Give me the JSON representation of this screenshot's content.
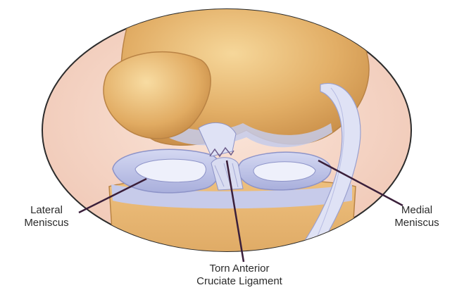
{
  "labels": {
    "lateral_meniscus": [
      "Lateral",
      "Meniscus"
    ],
    "medial_meniscus": [
      "Medial",
      "Meniscus"
    ],
    "torn_acl": [
      "Torn Anterior",
      "Cruciate Ligament"
    ]
  },
  "colors": {
    "background": "#ffffff",
    "inset_background": "#f5d8ca",
    "bone": "#e3b06a",
    "cartilage": "#b9bfe6",
    "ligament": "#d8dcf2",
    "leader_line": "#3a1f3a"
  }
}
